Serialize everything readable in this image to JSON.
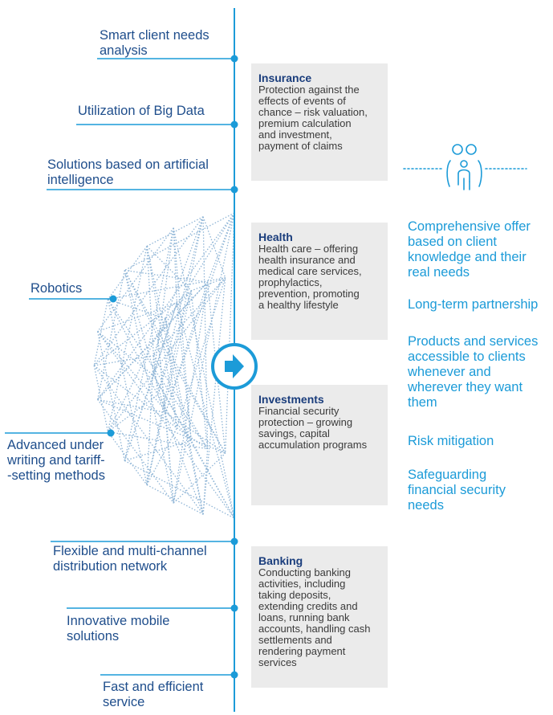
{
  "left_labels": [
    {
      "text": "Smart client needs\nanalysis"
    },
    {
      "text": "Utilization of Big Data"
    },
    {
      "text": "Solutions based on artificial\nintelligence"
    },
    {
      "text": "Robotics"
    },
    {
      "text": "Advanced under\nwriting and tariff-\n-setting methods"
    },
    {
      "text": "Flexible and multi-channel\ndistribution network"
    },
    {
      "text": "Innovative mobile\nsolutions"
    },
    {
      "text": "Fast and efficient\nservice"
    }
  ],
  "boxes": [
    {
      "title": "Insurance",
      "text": "Protection against the\neffects of events of\nchance – risk valuation,\npremium calculation\nand investment,\npayment of claims"
    },
    {
      "title": "Health",
      "text": "Health care – offering\nhealth insurance and\nmedical care services,\nprophylactics,\nprevention, promoting\na healthy lifestyle"
    },
    {
      "title": "Investments",
      "text": "Financial security\nprotection – growing\nsavings, capital\naccumulation programs"
    },
    {
      "title": "Banking",
      "text": "Conducting banking\nactivities, including\ntaking deposits,\nextending credits and\nloans, running bank\naccounts, handling cash\nsettlements and\nrendering payment\nservices"
    }
  ],
  "benefits": [
    "Comprehensive offer\nbased on client\nknowledge and their\nreal needs",
    "Long-term partnership",
    "Products and services\naccessible to clients\nwhenever and\nwherever they want\nthem",
    "Risk mitigation",
    "Safeguarding\nfinancial security\nneeds"
  ],
  "colors": {
    "dark_blue": "#1f4e8c",
    "title_blue": "#1a3d7c",
    "accent_blue": "#1c9bd8",
    "box_gray": "#ebebeb",
    "network": "#8fb5d6"
  },
  "icons": {
    "arrow": "arrow-right-circle-icon",
    "family": "family-icon"
  }
}
